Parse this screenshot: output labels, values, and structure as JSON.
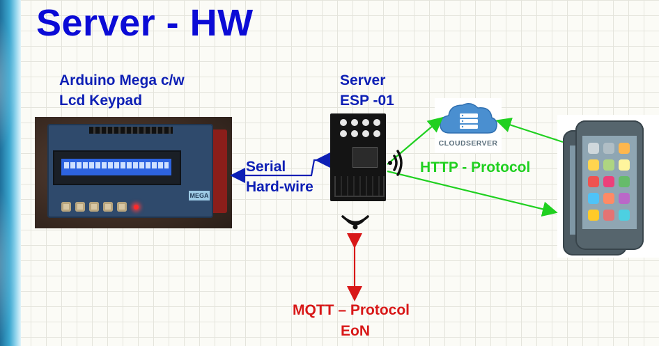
{
  "title": "Server - HW",
  "arduino": {
    "label_line1": "Arduino Mega c/w",
    "label_line2": "Lcd Keypad",
    "badge": "MEGA"
  },
  "server": {
    "label_line1": "Server",
    "label_line2": "ESP -01"
  },
  "serial": {
    "label_line1": "Serial",
    "label_line2": "Hard-wire"
  },
  "http": {
    "label": "HTTP - Protocol"
  },
  "mqtt": {
    "label_line1": "MQTT – Protocol",
    "label_line2": "EoN"
  },
  "cloud": {
    "label": "CLOUDSERVER"
  },
  "colors": {
    "title": "#0b0bd6",
    "blue_label": "#0d1fb5",
    "http_green": "#20d020",
    "mqtt_red": "#d81818",
    "cloud_blue": "#4a8fd0"
  },
  "icons": [
    "wifi-icon",
    "cloud-server-icon",
    "smartphone-icon",
    "signal-waves-icon"
  ]
}
